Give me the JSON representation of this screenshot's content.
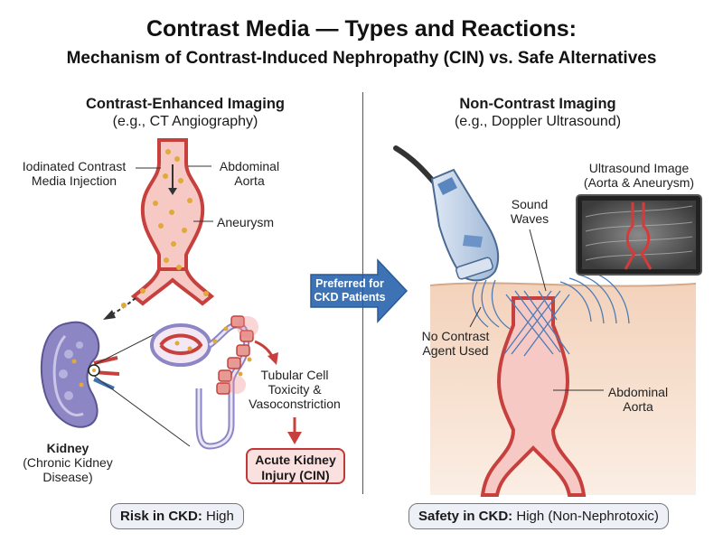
{
  "header": {
    "title": "Contrast Media — Types and Reactions:",
    "subtitle": "Mechanism of Contrast-Induced Nephropathy (CIN) vs. Safe Alternatives"
  },
  "left_panel": {
    "heading": "Contrast-Enhanced Imaging",
    "subheading": "(e.g., CT Angiography)",
    "labels": {
      "injection_1": "Iodinated Contrast",
      "injection_2": "Media Injection",
      "aorta_1": "Abdominal",
      "aorta_2": "Aorta",
      "aneurysm": "Aneurysm",
      "toxicity_1": "Tubular Cell",
      "toxicity_2": "Toxicity &",
      "toxicity_3": "Vasoconstriction",
      "kidney_title": "Kidney",
      "kidney_sub_1": "(Chronic Kidney",
      "kidney_sub_2": "Disease)",
      "aki_1": "Acute Kidney",
      "aki_2": "Injury (CIN)"
    },
    "risk": {
      "label": "Risk in CKD:",
      "value": "High"
    }
  },
  "center_arrow": {
    "line1": "Preferred for",
    "line2": "CKD Patients"
  },
  "right_panel": {
    "heading": "Non-Contrast Imaging",
    "subheading": "(e.g., Doppler Ultrasound)",
    "labels": {
      "us_image_1": "Ultrasound Image",
      "us_image_2": "(Aorta & Aneurysm)",
      "waves_1": "Sound",
      "waves_2": "Waves",
      "no_contrast_1": "No Contrast",
      "no_contrast_2": "Agent Used",
      "aorta_1": "Abdominal",
      "aorta_2": "Aorta"
    },
    "safety": {
      "label": "Safety in CKD:",
      "value": "High (Non-Nephrotoxic)"
    }
  },
  "colors": {
    "vessel_red": "#c7403d",
    "vessel_fill": "#f7c9c4",
    "contrast_dot": "#e0a93a",
    "arrow_blue": "#3d72b4",
    "kidney_purple": "#8c86c4",
    "skin": "#f6dcc8"
  }
}
